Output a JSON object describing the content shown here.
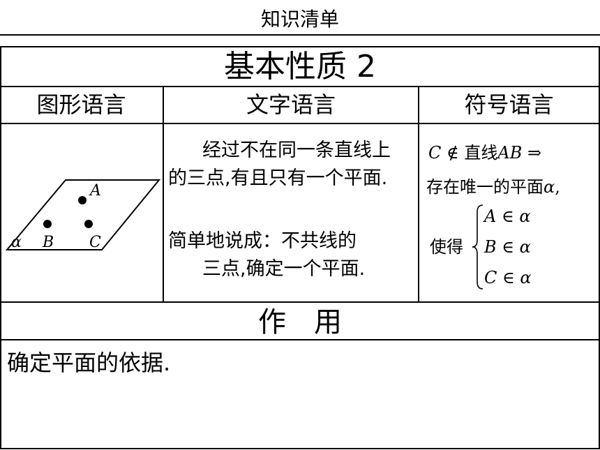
{
  "header": {
    "title": "知识清单"
  },
  "table": {
    "title": "基本性质 2",
    "columns": [
      "图形语言",
      "文字语言",
      "符号语言"
    ],
    "figure": {
      "plane_label": "α",
      "points": [
        "A",
        "B",
        "C"
      ]
    },
    "text_language": {
      "line1": "经过不在同一条直线上",
      "line2": "的三点,有且只有一个平面.",
      "line3": "简单地说成：不共线的",
      "line4": "三点,确定一个平面."
    },
    "symbol_language": {
      "line1_c": "C",
      "line1_notin": " ∉ ",
      "line1_zh": "直线",
      "line1_ab": "AB",
      "line1_arrow": " ⇒",
      "line2_zh": "存在唯一的平面",
      "line2_alpha": "α",
      "line2_comma": ",",
      "make": "使得",
      "conditions": [
        "A ∈ α",
        "B ∈ α",
        "C ∈ α"
      ]
    },
    "use_title": "作　用",
    "use_text": "确定平面的依据."
  }
}
